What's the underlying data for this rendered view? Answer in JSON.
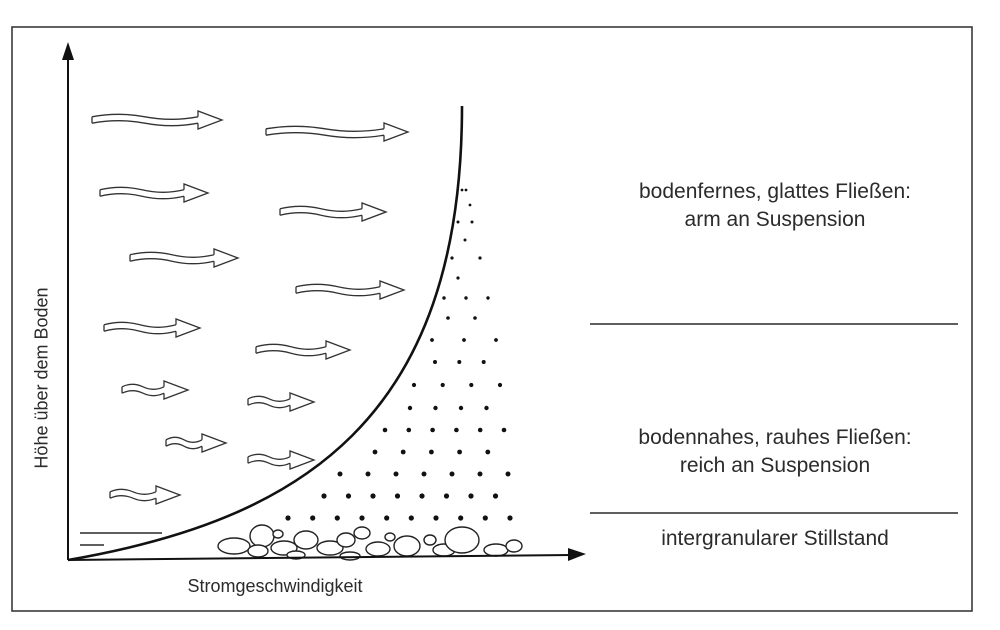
{
  "diagram": {
    "y_axis_label": "Höhe über dem Boden",
    "x_axis_label": "Stromgeschwindigkeit",
    "zones": {
      "upper": {
        "line1": "bodenfernes, glattes Fließen:",
        "line2": "arm an Suspension"
      },
      "lower": {
        "line1": "bodennahes, rauhes Fließen:",
        "line2": "reich an Suspension"
      },
      "bottom": {
        "line1": "intergranularer Stillstand"
      }
    },
    "icons": {
      "flow_arrow": "wavy-flow-arrow-icon",
      "sediment": "pebble-icon",
      "suspension": "suspended-particle-icon"
    },
    "colors": {
      "line": "#1a1a1a",
      "text": "#2b2b2b",
      "frame": "#3a3a3a"
    }
  }
}
